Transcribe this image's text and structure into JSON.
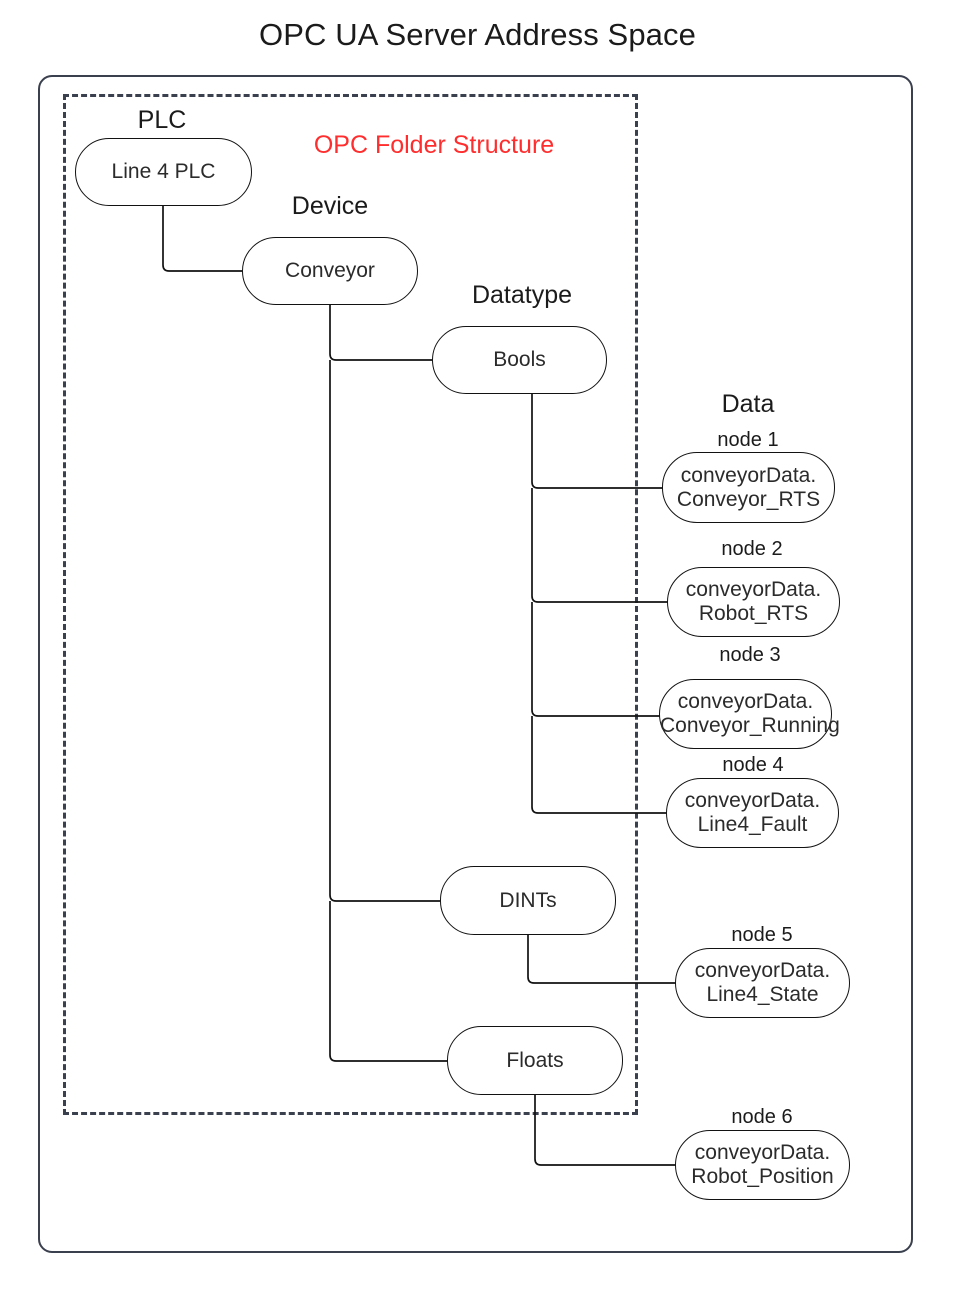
{
  "title": "OPC UA Server Address Space",
  "annotations": {
    "folder_structure_label": "OPC Folder Structure",
    "folder_structure_color": "#ff2d2d"
  },
  "group_captions": {
    "plc": "PLC",
    "device": "Device",
    "datatype": "Datatype",
    "data": "Data"
  },
  "node_captions": {
    "n1": "node 1",
    "n2": "node 2",
    "n3": "node 3",
    "n4": "node 4",
    "n5": "node 5",
    "n6": "node 6"
  },
  "nodes": {
    "plc": {
      "label": "Line 4 PLC"
    },
    "device": {
      "label": "Conveyor"
    },
    "bools": {
      "label": "Bools"
    },
    "dints": {
      "label": "DINTs"
    },
    "floats": {
      "label": "Floats"
    },
    "node1": {
      "line1": "conveyorData.",
      "line2": "Conveyor_RTS"
    },
    "node2": {
      "line1": "conveyorData.",
      "line2": "Robot_RTS"
    },
    "node3": {
      "line1": "conveyorData.",
      "line2": "Conveyor_Running"
    },
    "node4": {
      "line1": "conveyorData.",
      "line2": "Line4_Fault"
    },
    "node5": {
      "line1": "conveyorData.",
      "line2": "Line4_State"
    },
    "node6": {
      "line1": "conveyorData.",
      "line2": "Robot_Position"
    }
  },
  "colors": {
    "outline": "#3b404e",
    "node_stroke": "#121212",
    "text": "#1b1b1b",
    "accent_red": "#ff2d2d",
    "background": "#ffffff"
  }
}
